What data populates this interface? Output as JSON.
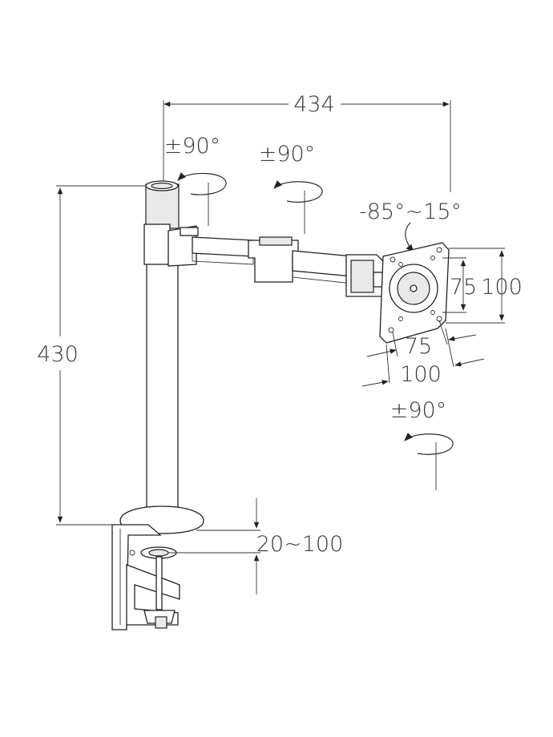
{
  "dimensions": {
    "overall_width": "434",
    "overall_height": "430",
    "clamp_range": "20~100"
  },
  "rotations": {
    "pole_swivel": "±90°",
    "arm_swivel": "±90°",
    "tilt": "-85°~15°",
    "screen_rotation": "±90°"
  },
  "vesa": {
    "height_small": "75",
    "height_large": "100",
    "width_small": "75",
    "width_large": "100"
  },
  "colors": {
    "line": "#2a2a2a",
    "background": "#ffffff"
  }
}
